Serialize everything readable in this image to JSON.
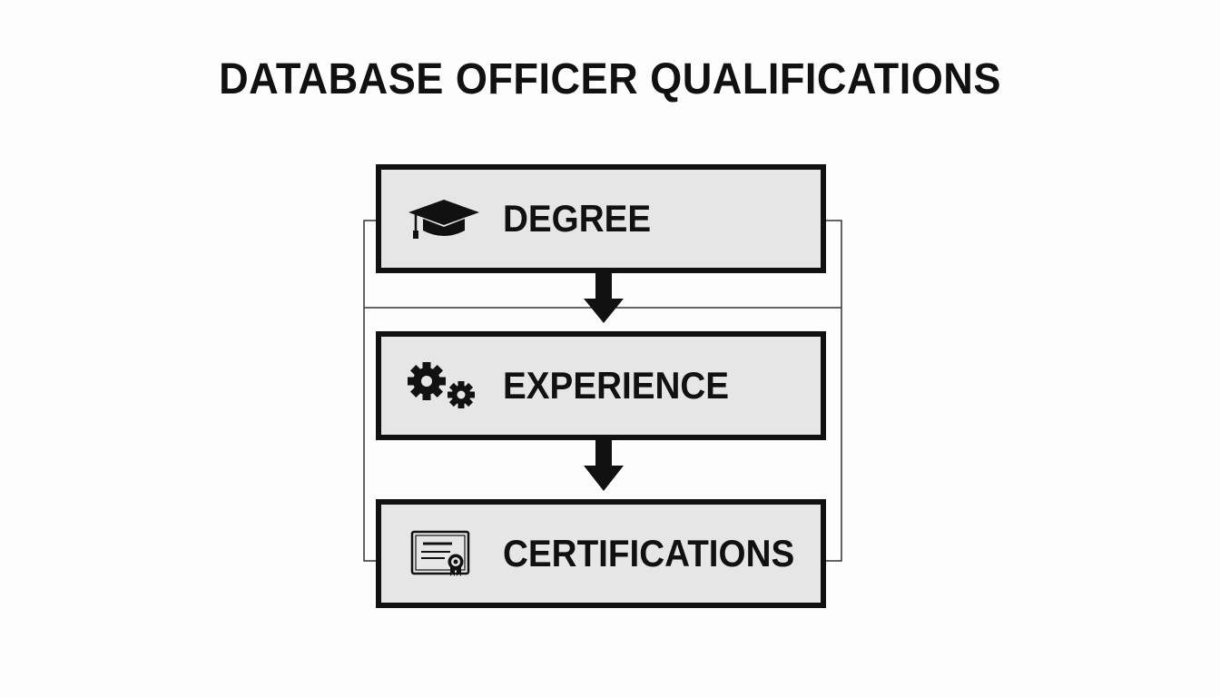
{
  "title": "DATABASE OFFICER QUALIFICATIONS",
  "steps": [
    {
      "label": "DEGREE",
      "icon": "graduation-cap-icon"
    },
    {
      "label": "EXPERIENCE",
      "icon": "gears-icon"
    },
    {
      "label": "CERTIFICATIONS",
      "icon": "certificate-icon"
    }
  ],
  "colors": {
    "stroke": "#111111",
    "box_fill": "#e6e6e6",
    "background": "#fdfdfd"
  }
}
